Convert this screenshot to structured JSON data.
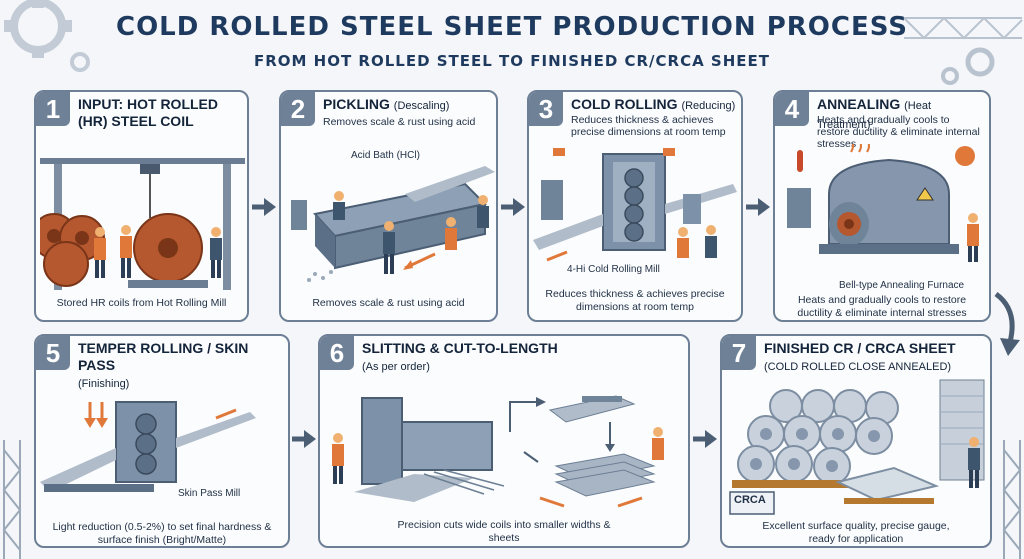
{
  "header": {
    "title": "COLD ROLLED STEEL SHEET PRODUCTION PROCESS",
    "subtitle": "FROM HOT ROLLED STEEL TO FINISHED CR/CRCA SHEET"
  },
  "steps": [
    {
      "number": "1",
      "title": "INPUT: HOT ROLLED (HR) STEEL COIL",
      "subtitle": "",
      "description": "",
      "caption": "Stored HR coils from Hot Rolling Mill",
      "equipment_label": ""
    },
    {
      "number": "2",
      "title": "PICKLING",
      "subtitle": "(Descaling)",
      "description": "Removes scale & rust using acid",
      "caption": "Removes scale & rust using acid",
      "equipment_label": "Acid Bath (HCl)"
    },
    {
      "number": "3",
      "title": "COLD ROLLING",
      "subtitle": "(Reducing)",
      "description": "Reduces thickness & achieves precise dimensions at room temp",
      "caption": "Reduces thickness & achieves precise dimensions at room temp",
      "equipment_label": "4-Hi Cold Rolling Mill"
    },
    {
      "number": "4",
      "title": "ANNEALING",
      "subtitle": "(Heat Treatment)",
      "description": "Heats and gradually cools to restore ductility & eliminate internal stresses",
      "caption": "Heats and gradually cools to restore ductility & eliminate internal stresses",
      "equipment_label": "Bell-type Annealing Furnace"
    },
    {
      "number": "5",
      "title": "TEMPER ROLLING / SKIN PASS",
      "subtitle": "(Finishing)",
      "description": "",
      "caption": "Light reduction (0.5-2%) to set final hardness & surface finish (Bright/Matte)",
      "equipment_label": "Skin Pass Mill"
    },
    {
      "number": "6",
      "title": "SLITTING & CUT-TO-LENGTH",
      "subtitle": "(As per order)",
      "description": "",
      "caption": "Precision cuts wide coils into smaller widths & sheets",
      "equipment_label": ""
    },
    {
      "number": "7",
      "title": "FINISHED CR / CRCA SHEET",
      "subtitle": "(COLD ROLLED CLOSE ANNEALED)",
      "description": "",
      "caption": "Excellent surface quality, precise gauge, ready for application",
      "equipment_label": "CRCA"
    }
  ],
  "colors": {
    "navy": "#1e3a5f",
    "steel": "#7a8ea6",
    "copper": "#b5582f",
    "orange": "#e0783a",
    "card_border": "#6d7f95"
  }
}
